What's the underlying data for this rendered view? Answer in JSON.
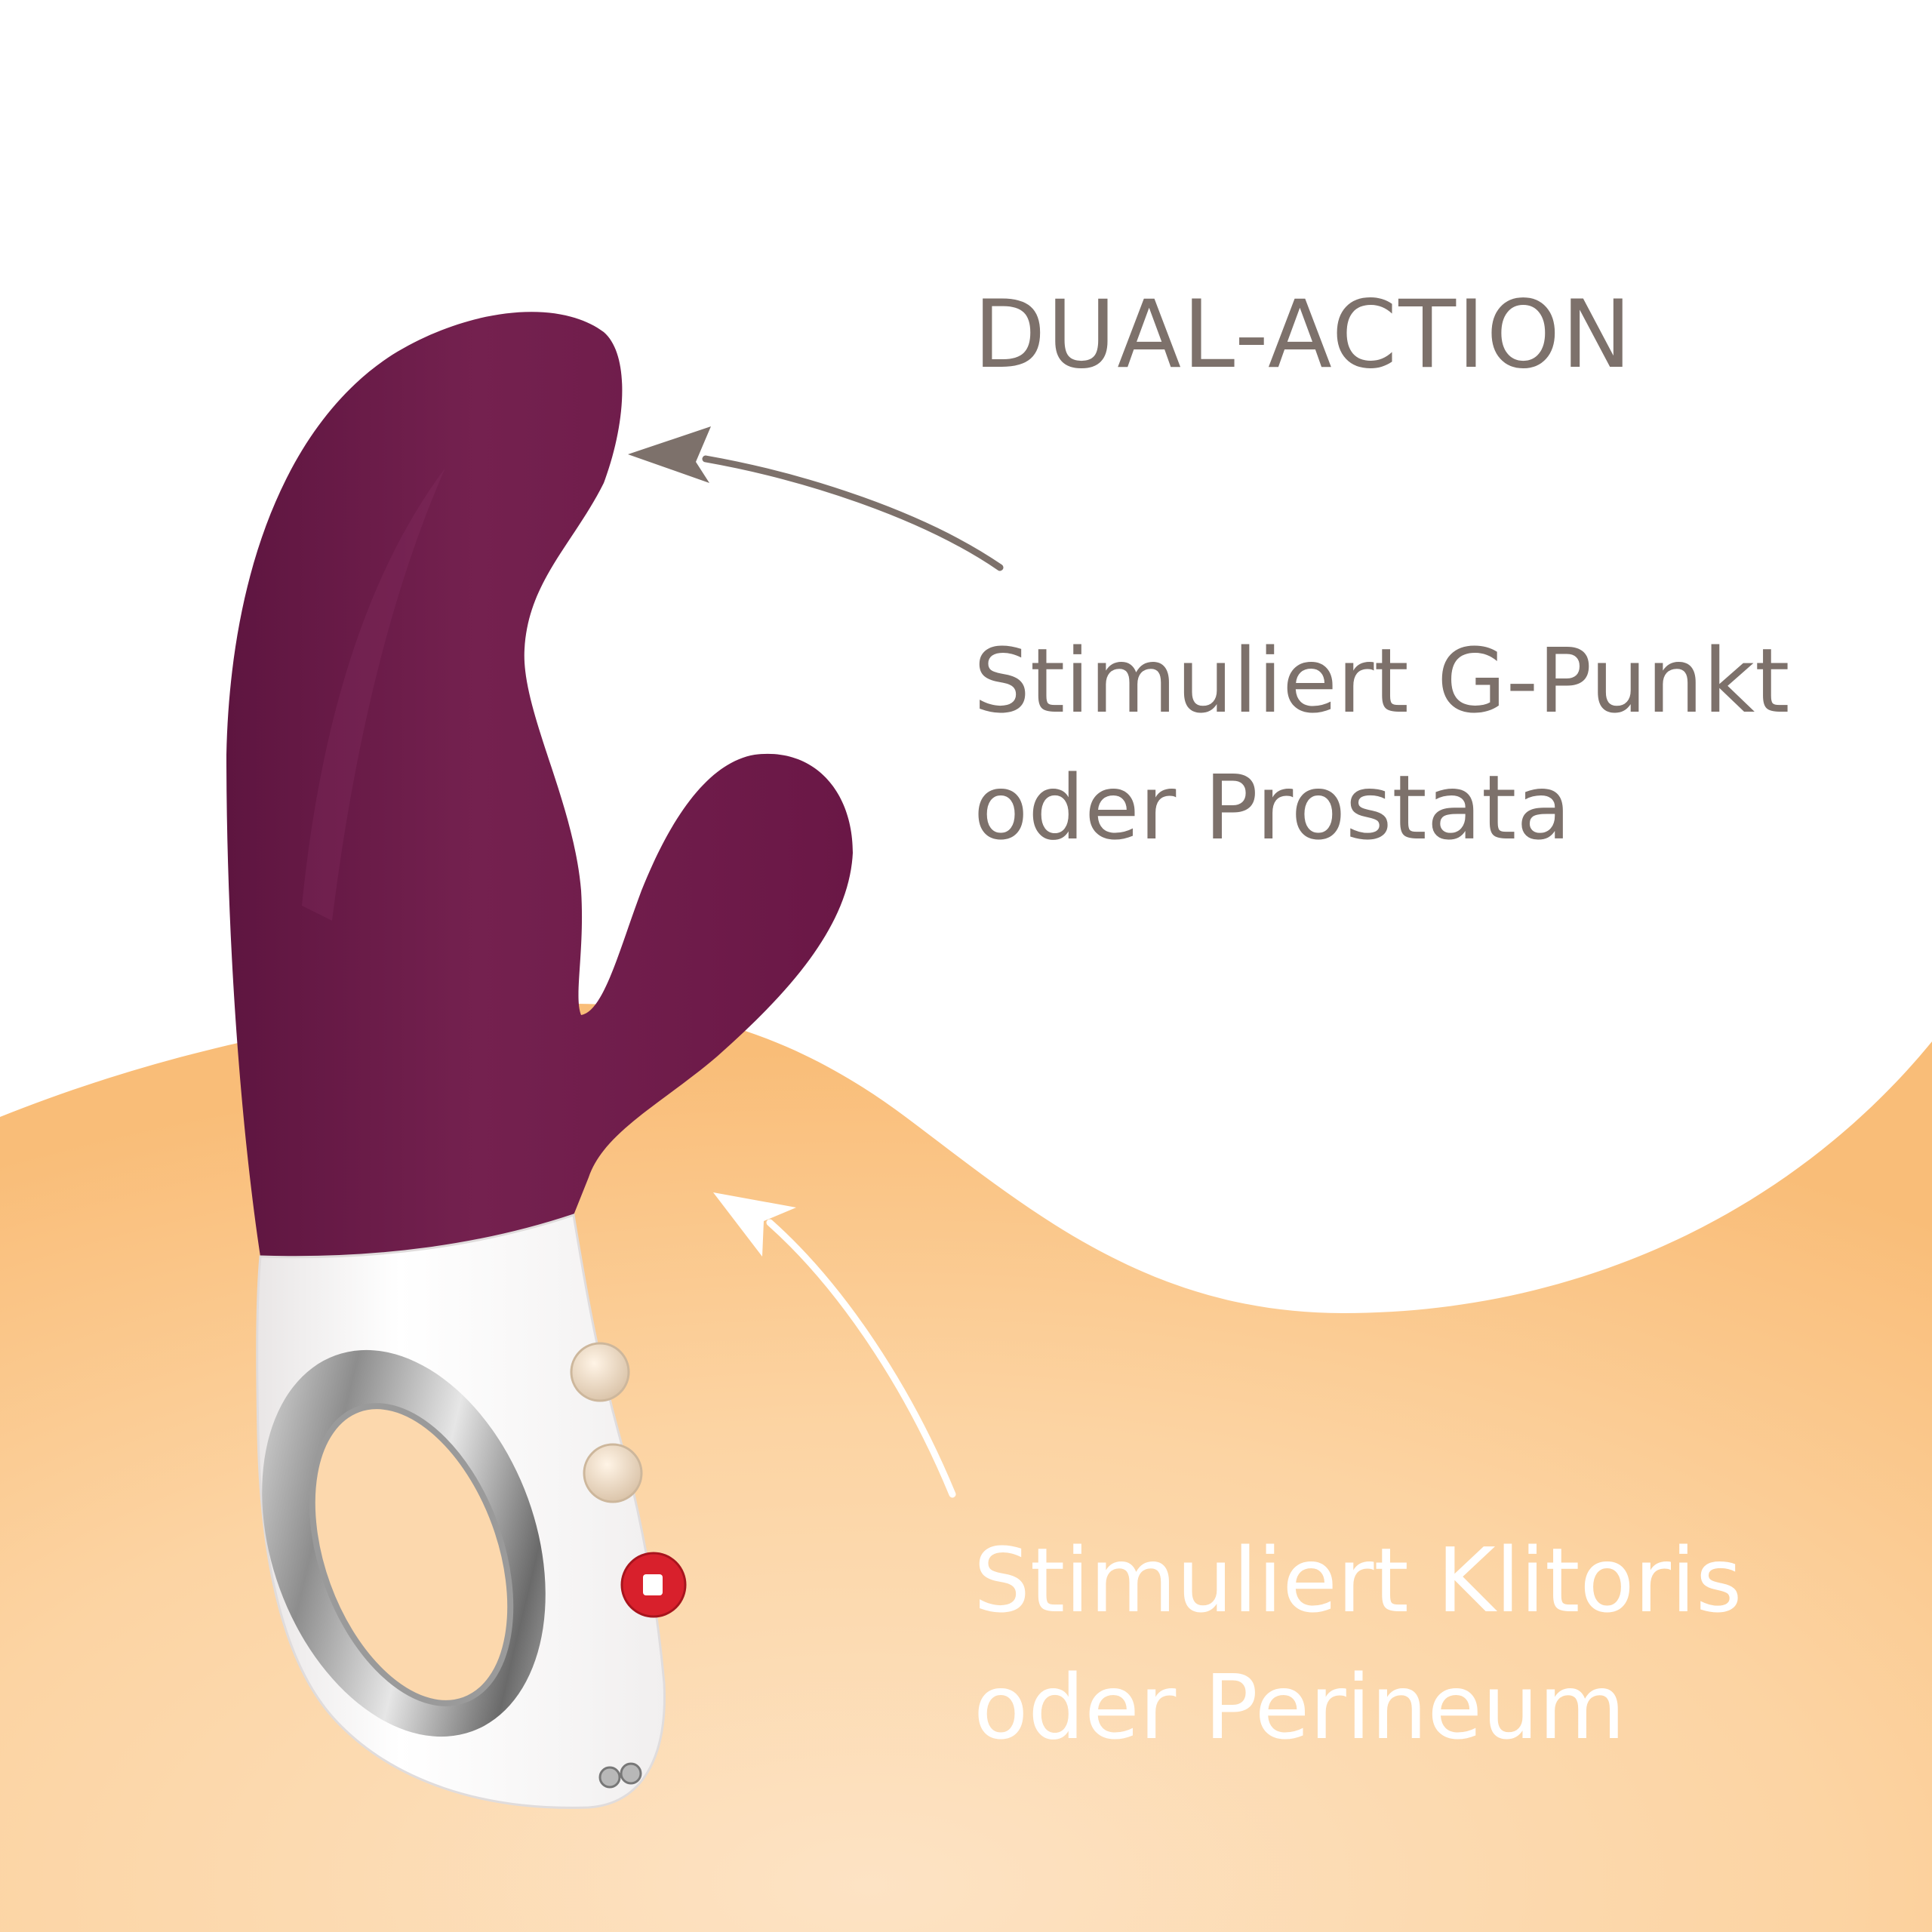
{
  "heading": "DUAL-ACTION",
  "callouts": {
    "gspot": {
      "line1": "Stimuliert G-Punkt",
      "line2": "oder Prostata",
      "color": "#7d716b"
    },
    "clitoris": {
      "line1": "Stimuliert Klitoris",
      "line2": "oder Perineum",
      "color": "#ffffff"
    }
  },
  "colors": {
    "background_top": "#ffffff",
    "background_wave": "#fbc98c",
    "product_body": "#6e1a48",
    "product_handle": "#ffffff",
    "button_red": "#d8202c"
  }
}
